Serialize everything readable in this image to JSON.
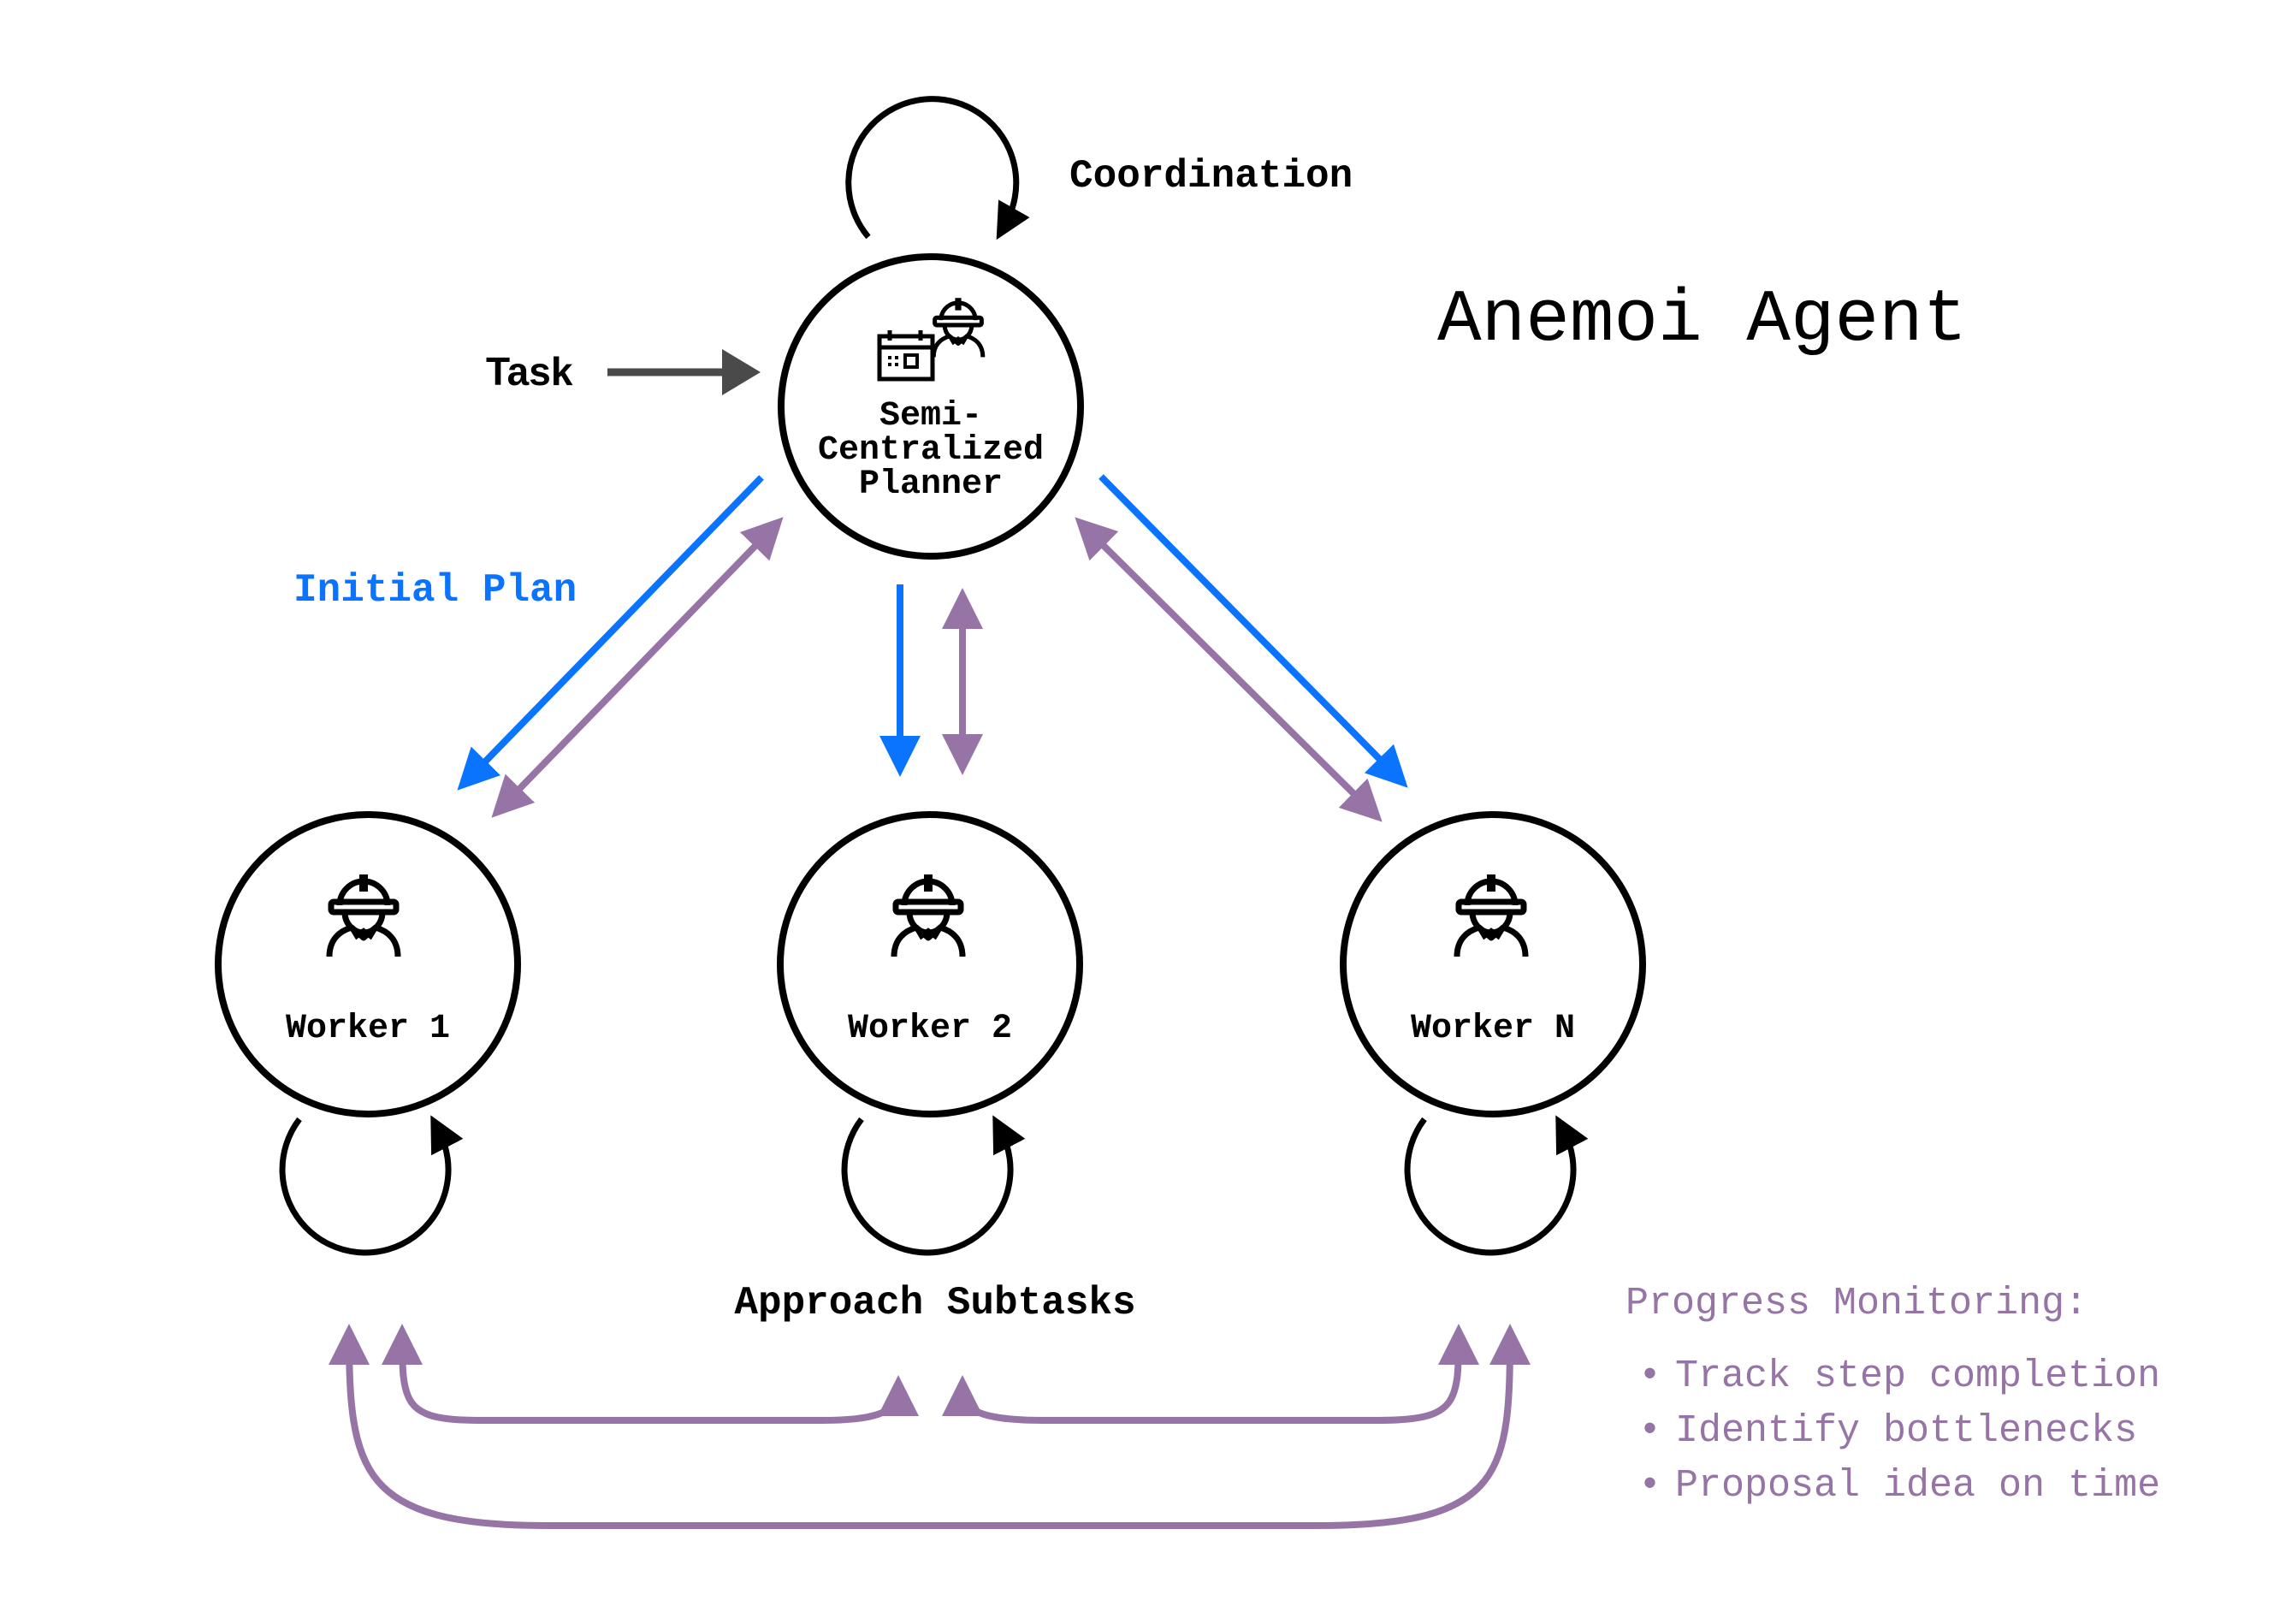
{
  "title": "Anemoi Agent",
  "colors": {
    "plan_blue": "#0A74FF",
    "monitor_purple": "#9674A6",
    "task_gray": "#4A4A4A",
    "ink": "#000000"
  },
  "input": {
    "label": "Task"
  },
  "planner": {
    "label_lines": [
      "Semi-",
      "Centralized",
      "Planner"
    ],
    "icon": "calendar-worker-icon",
    "self_loop_label": "Coordination"
  },
  "edges": {
    "plan_label": "Initial Plan",
    "subtask_label": "Approach Subtasks"
  },
  "workers": [
    {
      "label": "Worker 1",
      "icon": "worker-helmet-icon"
    },
    {
      "label": "Worker 2",
      "icon": "worker-helmet-icon"
    },
    {
      "label": "Worker N",
      "icon": "worker-helmet-icon"
    }
  ],
  "monitoring": {
    "heading": "Progress Monitoring:",
    "bullet": "•",
    "items": [
      "Track step completion",
      "Identify bottlenecks",
      "Proposal idea on time"
    ]
  }
}
